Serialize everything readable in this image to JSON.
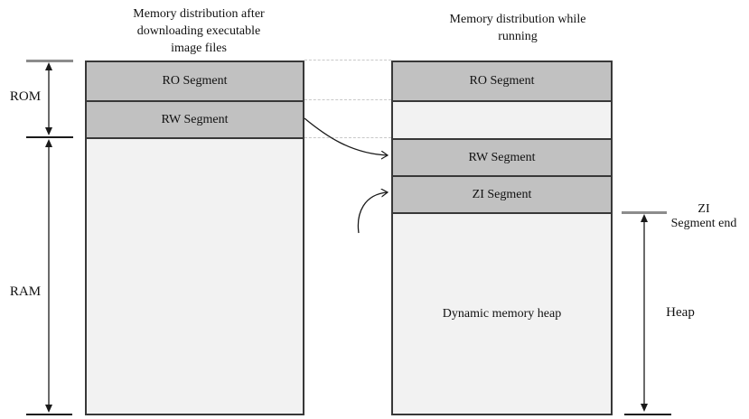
{
  "left_column": {
    "title": "Memory distribution after\ndownloading executable\nimage files",
    "segments": [
      "RO Segment",
      "RW Segment"
    ]
  },
  "right_column": {
    "title": "Memory distribution while\nrunning",
    "segments": [
      "RO Segment",
      "RW Segment",
      "ZI Segment"
    ],
    "heap_label": "Dynamic memory heap"
  },
  "side_labels": {
    "rom": "ROM",
    "ram": "RAM",
    "heap": "Heap",
    "zi_segment_end": "ZI\nSegment end"
  },
  "colors": {
    "segment_fill": "#c1c1c1",
    "light_fill": "#f2f2f2",
    "box_border": "#383838",
    "tick_gray": "#8c8c8c",
    "dotted_line": "#c8c8c8",
    "arrow": "#1a1a1a",
    "background": "#ffffff"
  }
}
